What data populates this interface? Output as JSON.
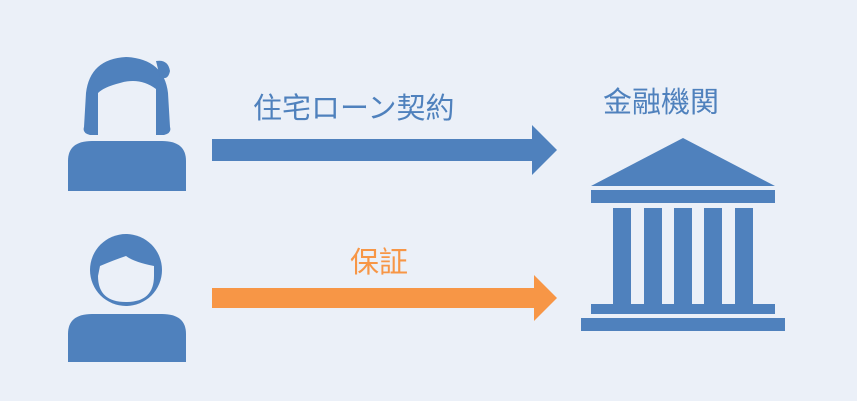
{
  "diagram": {
    "contract_label": "住宅ローン契約",
    "guarantee_label": "保証",
    "institution_label": "金融機関"
  },
  "colors": {
    "background": "#ebf0f8",
    "primary_blue": "#4f81bd",
    "guarantee_orange": "#f79646"
  },
  "icons": {
    "borrower": "woman-person-icon",
    "guarantor": "man-person-icon",
    "institution": "bank-building-icon",
    "contract_arrow": "arrow-right-icon",
    "guarantee_arrow": "arrow-right-icon"
  }
}
